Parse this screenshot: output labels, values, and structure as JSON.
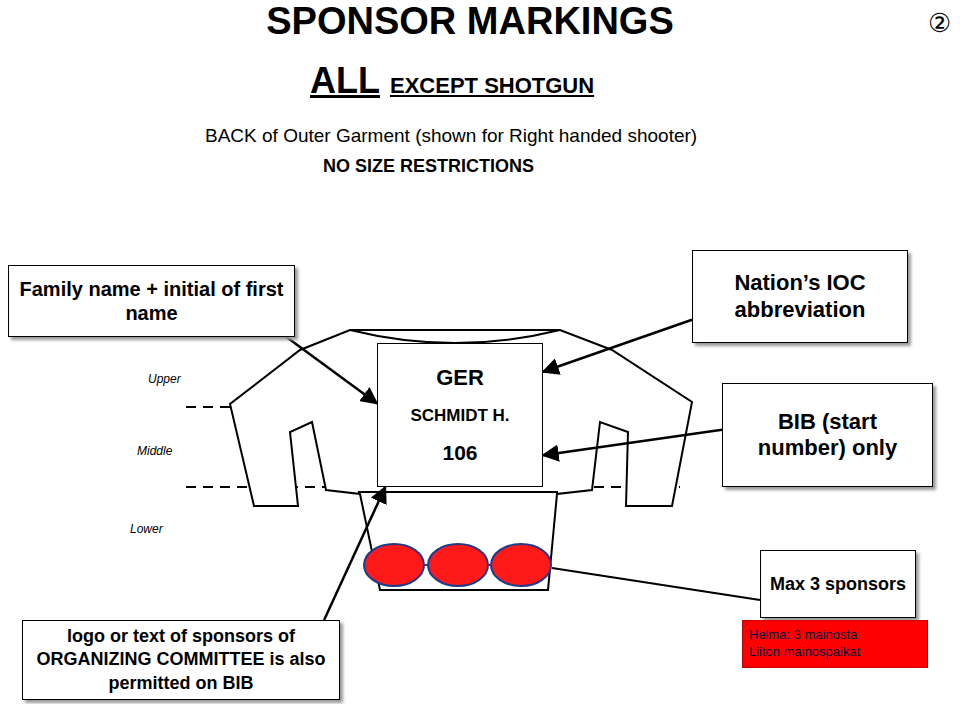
{
  "diagram": {
    "title": "SPONSOR MARKINGS",
    "nodes": [
      {
        "text": [
          "Family name + initial of first name"
        ]
      },
      {
        "text": [
          "Nation’s IOC abbreviation"
        ]
      },
      {
        "text": [
          "GER",
          "SCHMIDT H.",
          "106"
        ]
      },
      {
        "text": [
          "BIB (start number) only"
        ]
      },
      {
        "text": [
          "Max 3 sponsors"
        ]
      },
      {
        "text": [
          "Helma: 3 mainosta",
          "Liiton mainospaikat"
        ]
      },
      {
        "text": [
          "logo or text of sponsors of ORGANIZING COMMITTEE is also permitted on BIB"
        ]
      }
    ],
    "edges": [
      {
        "from": 0,
        "to": 2,
        "arrow": "to"
      },
      {
        "from": 1,
        "to": 2,
        "arrow": "to"
      },
      {
        "from": 3,
        "to": 2,
        "arrow": "to"
      },
      {
        "from": 6,
        "to": 2,
        "arrow": "to"
      }
    ],
    "labels": [
      "②",
      "ALL",
      "EXCEPT SHOTGUN",
      "BACK of Outer Garment (shown for Right handed shooter)",
      "NO SIZE RESTRICTIONS",
      "Upper",
      "Middle",
      "Lower"
    ]
  }
}
